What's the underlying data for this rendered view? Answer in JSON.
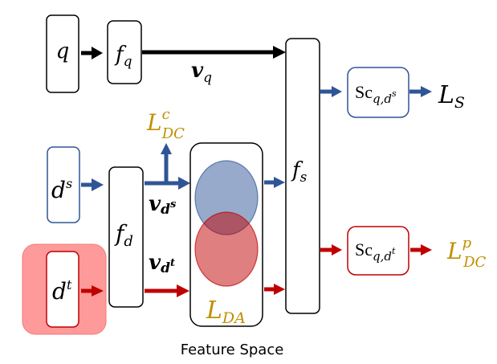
{
  "colors": {
    "black": "#000000",
    "blue": "#2f5597",
    "red": "#c00000",
    "gold": "#bf9000",
    "target_bg": "#ff9a9a",
    "blue_fill": "#8fa3c9",
    "red_fill": "#de7474"
  },
  "nodes": {
    "query": {
      "main": "q",
      "sub": "",
      "sup": ""
    },
    "query_encoder": {
      "main": "f",
      "sub": "q",
      "sup": ""
    },
    "source_doc": {
      "main": "d",
      "sub": "",
      "sup": "s"
    },
    "target_doc": {
      "main": "d",
      "sub": "",
      "sup": "t"
    },
    "doc_encoder": {
      "main": "f",
      "sub": "d",
      "sup": ""
    },
    "scorer": {
      "main": "f",
      "sub": "s",
      "sup": ""
    },
    "score_source": {
      "main": "Sc",
      "sub": "q,d",
      "subsup": "s"
    },
    "score_target": {
      "main": "Sc",
      "sub": "q,d",
      "subsup": "t"
    }
  },
  "vectors": {
    "v_q": {
      "main": "v",
      "sub": "q"
    },
    "v_ds": {
      "main": "v",
      "sub": "d",
      "subsup": "s"
    },
    "v_dt": {
      "main": "v",
      "sub": "d",
      "subsup": "t"
    }
  },
  "losses": {
    "L_S": {
      "main": "L",
      "sub": "S",
      "sup": ""
    },
    "L_DC_c": {
      "main": "L",
      "sub": "DC",
      "sup": "c"
    },
    "L_DC_p": {
      "main": "L",
      "sub": "DC",
      "sup": "p"
    },
    "L_DA": {
      "main": "L",
      "sub": "DA",
      "sup": ""
    }
  },
  "caption": "Feature Space"
}
